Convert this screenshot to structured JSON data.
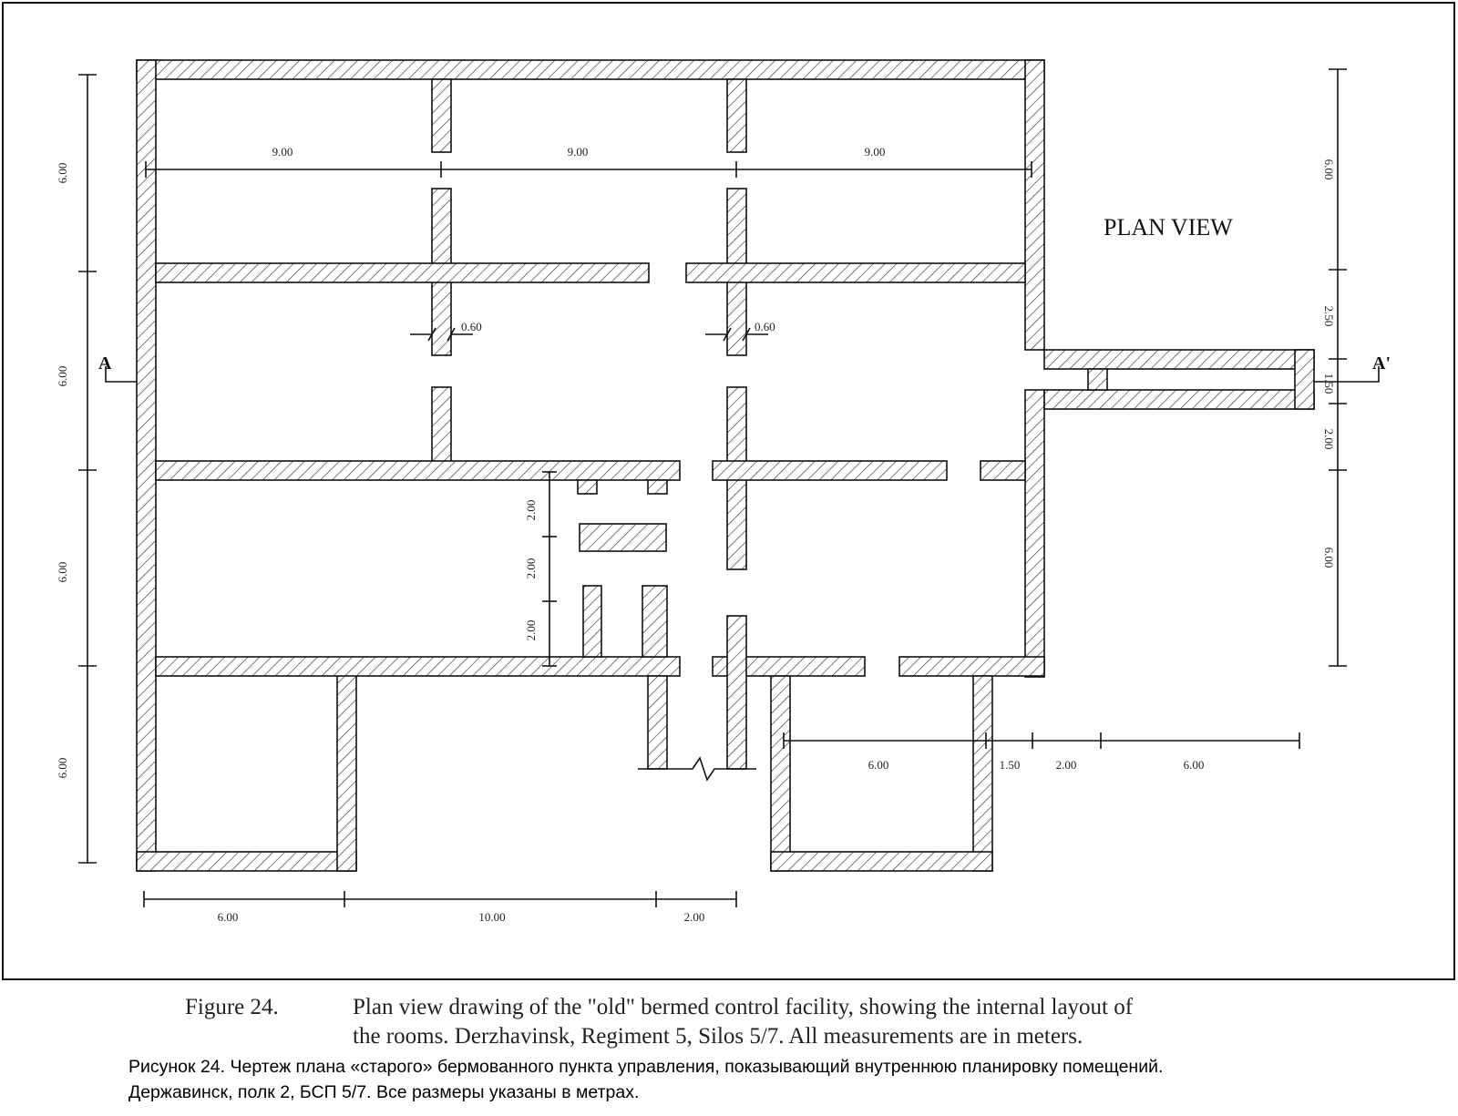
{
  "drawing": {
    "title": "PLAN VIEW",
    "section_left": "A",
    "section_right": "A'",
    "wall_thickness_label": "0.60",
    "top_dims": [
      "9.00",
      "9.00",
      "9.00"
    ],
    "bottom_dims": [
      "6.00",
      "10.00",
      "2.00"
    ],
    "right_bottom_dims": [
      "6.00",
      "1.50",
      "2.00",
      "6.00"
    ],
    "left_dims": [
      "6.00",
      "6.00",
      "6.00",
      "6.00"
    ],
    "right_dims": [
      "6.00",
      "2.50",
      "1.50",
      "2.00",
      "6.00"
    ],
    "center_dims": [
      "2.00",
      "2.00",
      "2.00"
    ]
  },
  "caption": {
    "figure_label": "Figure 24.",
    "line1": "Plan view drawing of the \"old\" bermed control facility, showing the internal layout of",
    "line2": "the rooms.  Derzhavinsk, Regiment 5, Silos 5/7.  All measurements are in meters.",
    "russian_line1": "Рисунок 24. Чертеж плана «старого» бермованного пункта управления, показывающий внутреннюю планировку помещений.",
    "russian_line2": "Державинск, полк 2, БСП 5/7. Все размеры указаны в метрах."
  }
}
